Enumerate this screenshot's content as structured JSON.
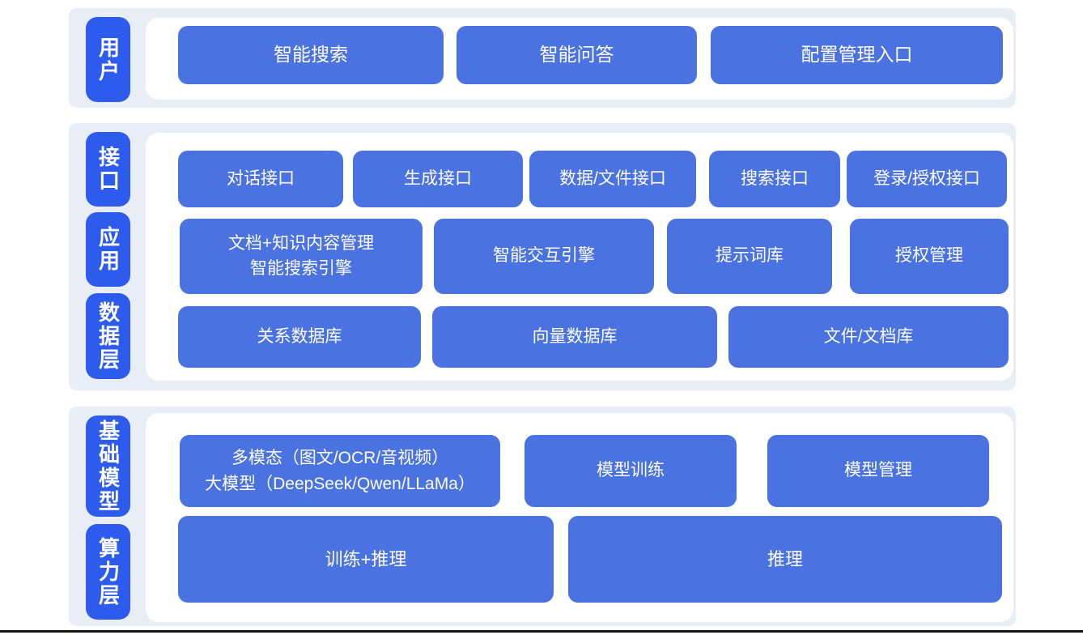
{
  "colors": {
    "panel_bg": "#e9eef6",
    "layer_label_bg": "#2d5bee",
    "node_bg": "#4a72e0",
    "node_text": "#ffffff",
    "bottom_rule": "#141414"
  },
  "panels": [
    {
      "labels": [
        "用户"
      ],
      "rows": [
        [
          "智能搜索",
          "智能问答",
          "配置管理入口"
        ]
      ]
    },
    {
      "labels": [
        "接口",
        "应用",
        "数据层"
      ],
      "rows": [
        [
          "对话接口",
          "生成接口",
          "数据/文件接口",
          "搜索接口",
          "登录/授权接口"
        ],
        [
          "文档+知识内容管理\n智能搜索引擎",
          "智能交互引擎",
          "提示词库",
          "授权管理"
        ],
        [
          "关系数据库",
          "向量数据库",
          "文件/文档库"
        ]
      ]
    },
    {
      "labels": [
        "基础模型",
        "算力层"
      ],
      "rows": [
        [
          "多模态（图文/OCR/音视频）\n大模型（DeepSeek/Qwen/LLaMa）",
          "模型训练",
          "模型管理"
        ],
        [
          "训练+推理",
          "推理"
        ]
      ]
    }
  ]
}
